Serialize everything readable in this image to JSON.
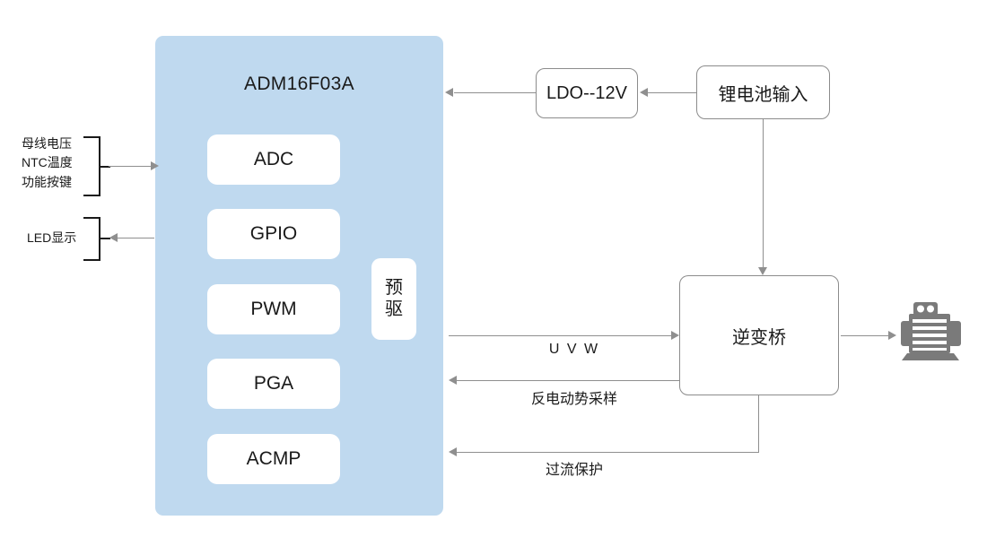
{
  "diagram": {
    "title": "ADM16F03A motor control block diagram",
    "colors": {
      "mcu_panel_fill": "#bfd9ef",
      "block_fill": "#ffffff",
      "line": "#8f8f8f",
      "bracket": "#1a1a1a",
      "motor_icon": "#7a7a7a"
    }
  },
  "mcu": {
    "title": "ADM16F03A",
    "blocks": [
      {
        "label": "ADC"
      },
      {
        "label": "GPIO"
      },
      {
        "label": "PWM"
      },
      {
        "label": "PGA"
      },
      {
        "label": "ACMP"
      }
    ],
    "predriver": {
      "line1": "预",
      "line2": "驱"
    }
  },
  "left_io": {
    "inputs": {
      "lines": "母线电压\nNTC温度\n功能按键",
      "direction": "into-mcu"
    },
    "output": {
      "label": "LED显示",
      "direction": "out-of-mcu"
    }
  },
  "power": {
    "ldo": {
      "label": "LDO--12V"
    },
    "battery": {
      "label": "锂电池输入"
    }
  },
  "power_stage": {
    "inverter": {
      "label": "逆变桥"
    },
    "motor": {
      "icon": "motor-icon"
    }
  },
  "signals": [
    {
      "label": "U V W",
      "direction": "mcu-to-inverter"
    },
    {
      "label": "反电动势采样",
      "direction": "inverter-to-mcu"
    },
    {
      "label": "过流保护",
      "direction": "inverter-to-mcu"
    }
  ]
}
